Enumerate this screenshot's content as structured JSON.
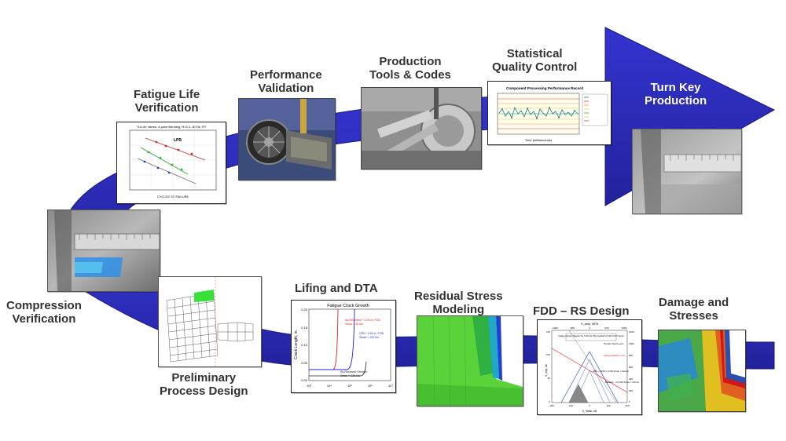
{
  "colors": {
    "band": "#2b2bbf",
    "band_dark": "#1c1c8c",
    "label_text": "#333333",
    "label_on_band": "#ffffff"
  },
  "stages": {
    "compression_verification": [
      "Compression",
      "Verification"
    ],
    "fatigue_life_verification": [
      "Fatigue Life",
      "Verification"
    ],
    "performance_validation": [
      "Performance",
      "Validation"
    ],
    "production_tools_codes": [
      "Production",
      "Tools & Codes"
    ],
    "statistical_quality_control": [
      "Statistical",
      "Quality Control"
    ],
    "turn_key_production": [
      "Turn Key",
      "Production"
    ],
    "preliminary_process_design": [
      "Preliminary",
      "Process Design"
    ],
    "lifing_and_dta": [
      "Lifing and DTA"
    ],
    "residual_stress_modeling": [
      "Residual Stress",
      "Modeling"
    ],
    "fdd_rs_design": [
      "FDD – RS Design"
    ],
    "damage_and_stresses": [
      "Damage and",
      "Stresses"
    ]
  },
  "thumbnails": {
    "fatigue_plot": {
      "title": "Ti-6-4V Vanes, 4-point Bending, R=0.1, 30 Hz, RT",
      "xlabel": "CYCLES TO FAILURE",
      "annotation": "LPB"
    },
    "spc_chart": {
      "title": "Component Processing Performance Record",
      "xlabel": "Time (milliseconds)"
    },
    "crack_growth": {
      "title": "Fatigue Crack Growth",
      "ylabel": "Crack Length, in.",
      "y_ticks": [
        "0.20",
        "0.15",
        "0.10",
        "0.05",
        "0.00"
      ],
      "x_ticks": [
        "10³",
        "10⁴",
        "10⁵",
        "10⁶",
        "10⁷"
      ],
      "curves": [
        {
          "label": "As-Received + 0.03 in. FOD",
          "sublabel": "Smax = 30 ksi",
          "color": "#e02020"
        },
        {
          "label": "LPB + 0.03 in. FOD",
          "sublabel": "Smax = 100 ksi",
          "color": "#2020e0"
        },
        {
          "label": "As-Received Smooth",
          "sublabel": "Smax = 125 ksi",
          "color": "#202020"
        }
      ]
    },
    "fdd": {
      "top_axis": "S_amp, MPa",
      "box_title": "Fatigue Design Diagram for Ti-6Al-4V Alloy Applied to F404 LPC1 Vanes",
      "tensile_label": "Tensile Yield Level",
      "fatigue_label": "Fatigue Elastic Limit",
      "lpb_label": "LPB + 0.030 in. FOD Smax = 100 ksi",
      "baseline_label": "Baseline - no FOD Smax = 110 ksi",
      "x_label": "S_mean, ksi",
      "y_label": "S_amp, ksi",
      "x_ticks": [
        "-200",
        "-100",
        "0",
        "100",
        "200"
      ],
      "y_ticks": [
        "150",
        "100",
        "50",
        "0"
      ],
      "top_ticks": [
        "-1000",
        "-500",
        "0",
        "500",
        "1000"
      ],
      "right_ticks": [
        "1200",
        "1000",
        "800",
        "600",
        "400",
        "200",
        "0"
      ]
    }
  }
}
